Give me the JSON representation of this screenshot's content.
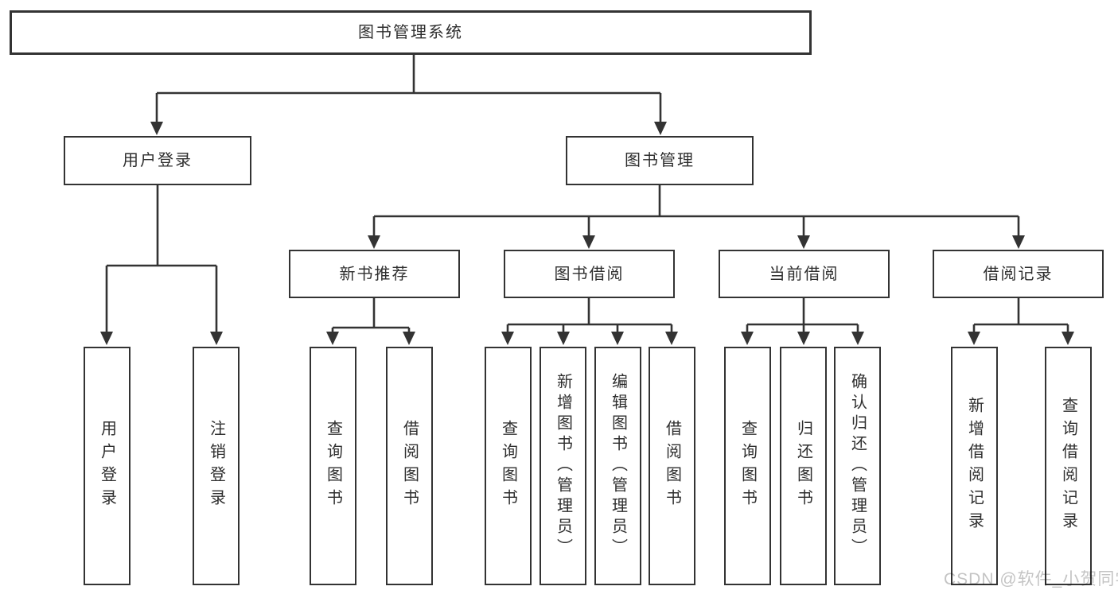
{
  "tree": {
    "root": {
      "label": "图书管理系统"
    },
    "branches": [
      {
        "label": "用户登录",
        "children": [
          {
            "label": "用户登录"
          },
          {
            "label": "注销登录"
          }
        ]
      },
      {
        "label": "图书管理",
        "children": [
          {
            "label": "新书推荐",
            "children": [
              {
                "label": "查询图书"
              },
              {
                "label": "借阅图书"
              }
            ]
          },
          {
            "label": "图书借阅",
            "children": [
              {
                "label": "查询图书"
              },
              {
                "label": "新增图书（管理员）"
              },
              {
                "label": "编辑图书（管理员）"
              },
              {
                "label": "借阅图书"
              }
            ]
          },
          {
            "label": "当前借阅",
            "children": [
              {
                "label": "查询图书"
              },
              {
                "label": "归还图书"
              },
              {
                "label": "确认归还（管理员）"
              }
            ]
          },
          {
            "label": "借阅记录",
            "children": [
              {
                "label": "新增借阅记录"
              },
              {
                "label": "查询借阅记录"
              }
            ]
          }
        ]
      }
    ]
  },
  "watermark": "CSDN @软件_小贺同学",
  "colors": {
    "line": "#333333",
    "box_border": "#333333",
    "box_fill": "#ffffff",
    "text": "#2e2e2e",
    "watermark": "#c4c4c4"
  }
}
